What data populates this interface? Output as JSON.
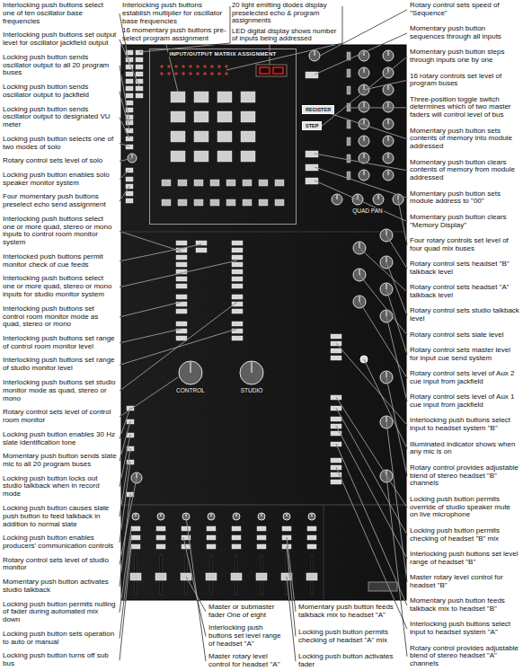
{
  "diagram": {
    "nodes": [
      {
        "text": [
          "INPUT/OUTPUT MATRIX ASSIGNMENT"
        ]
      },
      {
        "text": [
          "REGISTER"
        ]
      },
      {
        "text": [
          "STEP"
        ]
      }
    ],
    "labels": [
      "Interlocking push buttons select one of ten oscillator base frequencies",
      "Interlocking push buttons set output level for oscillator jackfield output",
      "Locking push button sends oscillator output to all 20 program buses",
      "Locking push button sends oscillator output to jackfield",
      "Locking push button sends oscillator output to designated VU meter",
      "Locking push button selects one of two modes of solo",
      "Rotary control sets level of solo",
      "Locking push button enables solo speaker monitor system",
      "Four momentary push buttons preselect echo send assignment",
      "Interlocking push buttons select one or more quad, stereo or mono inputs to control room monitor system",
      "Interlocked push buttons permit monitor check of cue feeds",
      "Interlocking push buttons select one or more quad, stereo or mono inputs for studio monitor system",
      "Interlocking push buttons set control room monitor mode as quad, stereo or mono",
      "Interlocking push buttons set range of control room monitor level",
      "Interlocking push buttons set range of studio monitor level",
      "Interlocking push buttons set studio monitor mode as quad, stereo or mono",
      "Rotary control sets level of control room monitor",
      "Locking push button enables 30 Hz slate identification tone",
      "Momentary push button sends slate mic to all 20 program buses",
      "Locking push button locks out studio talkback when in record mode",
      "Locking push button causes slate push button to feed talkback in addition to normal slate",
      "Locking push button enables producers' communication controls",
      "Rotary control sets level of studio monitor",
      "Momentary push button activates studio talkback",
      "Locking push button permits nulling of fader during automated mix down",
      "Locking push button sets operation to auto or manual",
      "Locking push button turns off sub bus",
      "Interlocking push buttons establish multiplier for oscillator base frequencies",
      "16 momentary push buttons pre-select program assignment",
      "20 light emitting diodes display preselected echo & program assignments",
      "LED digital display shows number of inputs being addressed",
      "Rotary control sets speed of \"Sequence\"",
      "Momentary push button sequences through all inputs",
      "Momentary push button steps through inputs one by one",
      "16 rotary controls set level of program buses",
      "Three-position toggle switch determines which of two master faders will control level of bus",
      "Momentary push button sets contents of memory into module addressed",
      "Momentary push button clears contents of memory from module addressed",
      "Momentary push button sets module address to \"00\"",
      "Momentary push button clears \"Memory Display\"",
      "Four rotary controls set level of four quad mix buses",
      "Rotary control sets headset \"B\" talkback level",
      "Rotary control sets headset \"A\" talkback level",
      "Rotary control sets studio talkback level",
      "Rotary control sets slate level",
      "Rotary control sets master level for input cue send system",
      "Rotary control sets level of Aux 2 cue input from jackfield",
      "Rotary control sets level of Aux 1 cue input from jackfield",
      "Interlocking push buttons select input to headset system \"B\"",
      "Illuminated indicator shows when any mic is on",
      "Rotary control provides adjustable blend of stereo headset \"B\" channels",
      "Locking push button permits override of studio speaker mute on live microphone",
      "Locking push button permits checking of headset \"B\" mix",
      "Interlocking push buttons set level range of headset \"B\"",
      "Master rotary level control for headset \"B\"",
      "Momentary push button feeds talkback mix to headset \"B\"",
      "Interlocking push buttons select input to headset system \"A\"",
      "Rotary control provides adjustable blend of stereo headset \"A\" channels",
      "Master or submaster fader One of eight",
      "Interlocking push buttons set level range of headset \"A\"",
      "Master rotary level control for headset \"A\"",
      "Momentary push button feeds talkback mix to headset \"A\"",
      "Locking push button permits checking of headset \"A\" mix",
      "Locking push button activates fader",
      "CONTROL",
      "STUDIO",
      "QUAD PAN"
    ]
  }
}
